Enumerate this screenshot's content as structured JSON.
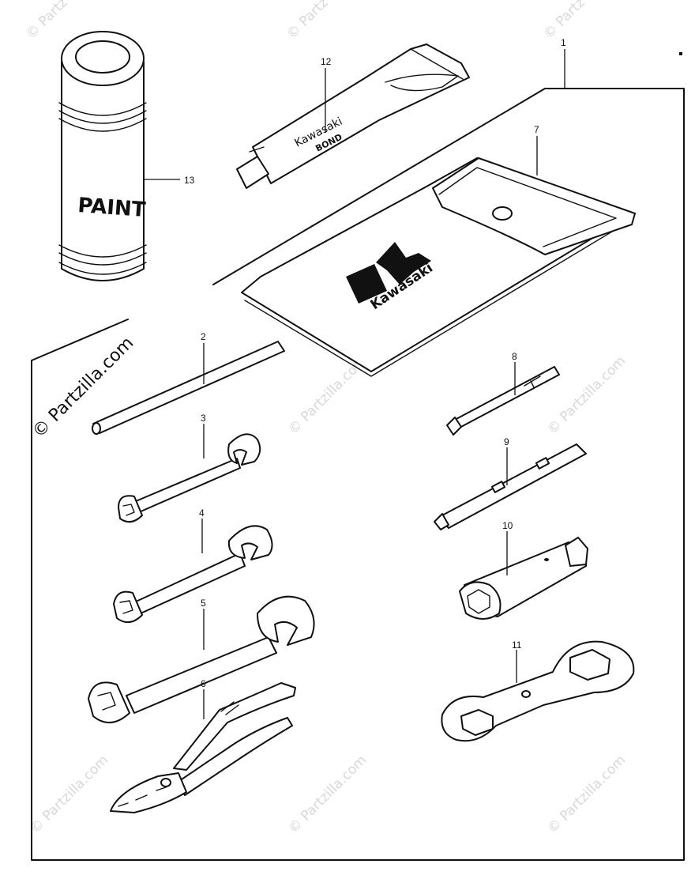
{
  "watermark": {
    "text": "© Partzilla.com",
    "short": "© Partz"
  },
  "labels": {
    "can": "PAINT",
    "tube_brand": "Kawasaki",
    "tube_product": "BOND",
    "pouch_brand": "Kawasaki"
  },
  "callouts": {
    "p1": "1",
    "p2": "2",
    "p3": "3",
    "p4": "4",
    "p5": "5",
    "p6": "6",
    "p7": "7",
    "p8": "8",
    "p9": "9",
    "p10": "10",
    "p11": "11",
    "p12": "12",
    "p13": "13"
  }
}
